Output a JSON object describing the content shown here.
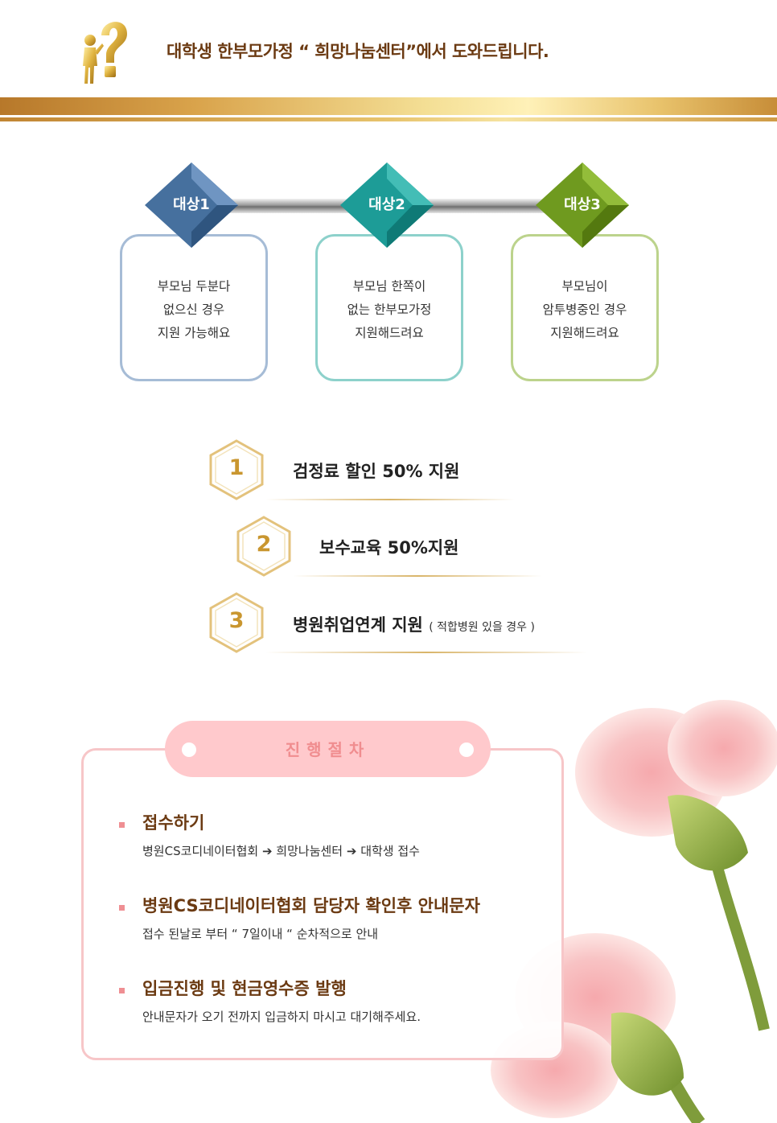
{
  "header": {
    "icon": "golden-question-figure-icon",
    "title": "대학생 한부모가정 “ 희망나눔센터”에서  도와드립니다."
  },
  "targets": [
    {
      "label": "대상1",
      "lines": [
        "부모님 두분다",
        "없으신 경우",
        "지원 가능해요"
      ],
      "color": "#46709e"
    },
    {
      "label": "대상2",
      "lines": [
        "부모님 한쪽이",
        "없는 한부모가정",
        "지원해드려요"
      ],
      "color": "#1d9c97"
    },
    {
      "label": "대상3",
      "lines": [
        "부모님이",
        "암투병중인 경우",
        "지원해드려요"
      ],
      "color": "#6f9a1f"
    }
  ],
  "benefits": [
    {
      "num": "1",
      "text": "검정료 할인 50% 지원",
      "sub": ""
    },
    {
      "num": "2",
      "text": "보수교육 50%지원",
      "sub": ""
    },
    {
      "num": "3",
      "text": "병원취업연계 지원",
      "sub": "( 적합병원 있을 경우 )"
    }
  ],
  "procedure": {
    "title": "진행절차",
    "steps": [
      {
        "head": "접수하기",
        "desc": "병원CS코디네이터협회 ➔ 희망나눔센터 ➔ 대학생 접수"
      },
      {
        "head": "병원CS코디네이터협회 담당자 확인후 안내문자",
        "desc": "접수 된날로 부터 “ 7일이내 “  순차적으로 안내"
      },
      {
        "head": "입금진행 및 현금영수증 발행",
        "desc": "안내문자가 오기 전까지 입금하지 마시고 대기해주세요."
      }
    ]
  },
  "decor": {
    "flowers": "pink-carnations-image"
  }
}
